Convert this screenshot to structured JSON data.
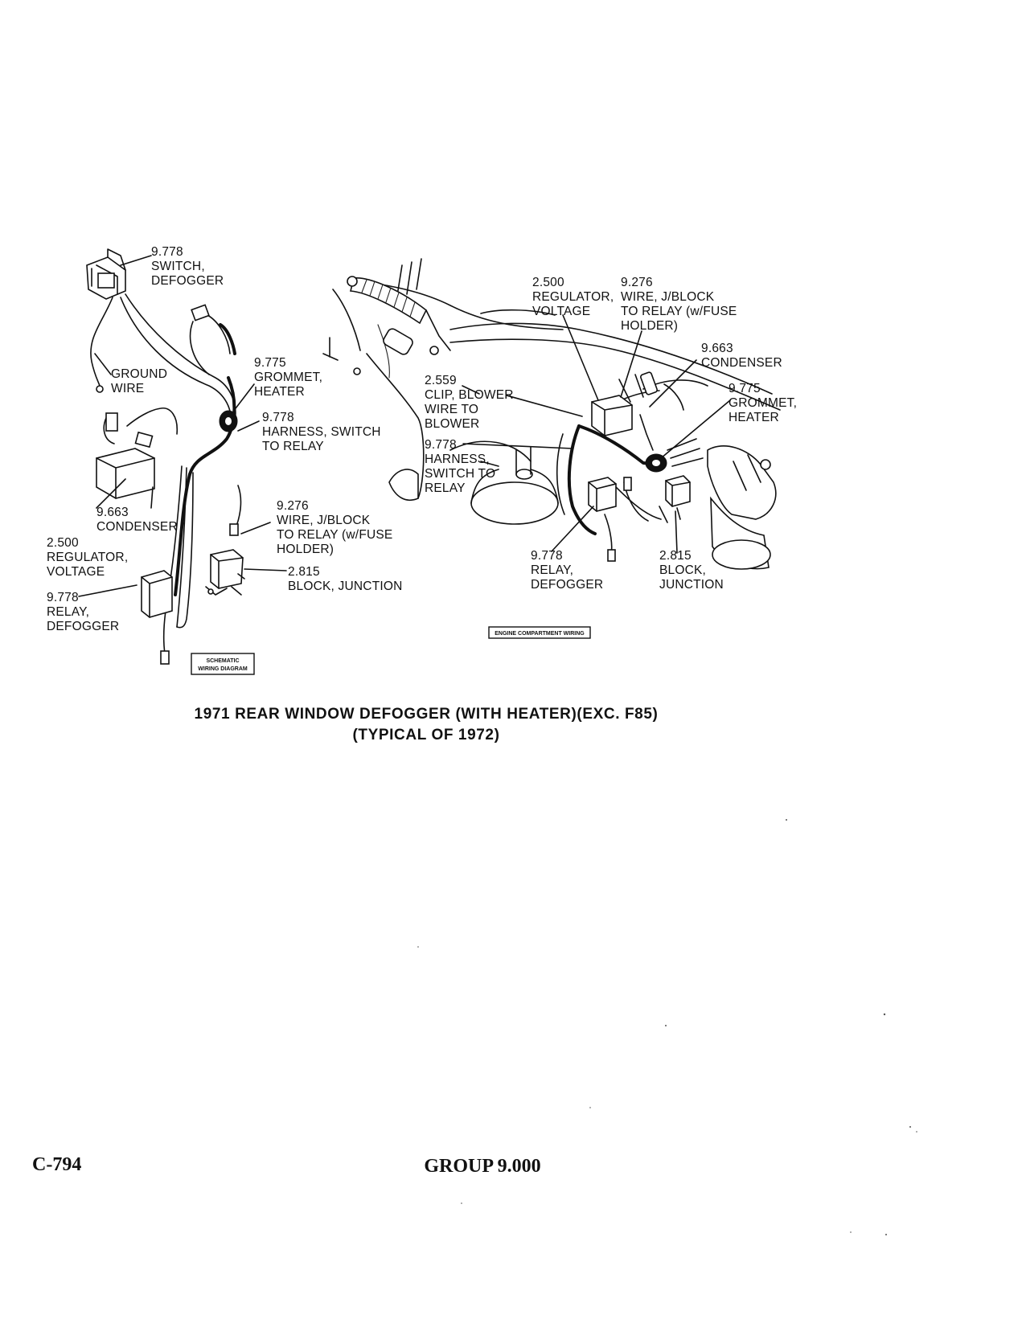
{
  "schematic": {
    "labels": {
      "switch_defogger": [
        "9.778",
        "SWITCH,",
        "DEFOGGER"
      ],
      "ground_wire": [
        "GROUND",
        "WIRE"
      ],
      "grommet_heater": [
        "9.775",
        "GROMMET,",
        "HEATER"
      ],
      "harness_switch_to_relay": [
        "9.778",
        "HARNESS, SWITCH",
        "TO RELAY"
      ],
      "condenser": [
        "9.663",
        "CONDENSER"
      ],
      "regulator_voltage": [
        "2.500",
        "REGULATOR,",
        "VOLTAGE"
      ],
      "wire_jblock_to_relay": [
        "9.276",
        "WIRE, J/BLOCK",
        "TO RELAY (w/FUSE",
        "HOLDER)"
      ],
      "block_junction": [
        "2.815",
        "BLOCK, JUNCTION"
      ],
      "relay_defogger": [
        "9.778",
        "RELAY,",
        "DEFOGGER"
      ]
    },
    "badge": [
      "SCHEMATIC",
      "WIRING DIAGRAM"
    ]
  },
  "engine": {
    "labels": {
      "regulator_voltage": [
        "2.500",
        "REGULATOR,",
        "VOLTAGE"
      ],
      "wire_jblock_to_relay": [
        "9.276",
        "WIRE, J/BLOCK",
        "TO RELAY (w/FUSE",
        "HOLDER)"
      ],
      "condenser": [
        "9.663",
        "CONDENSER"
      ],
      "grommet_heater": [
        "9.775",
        "GROMMET,",
        "HEATER"
      ],
      "clip_blower_wire": [
        "2.559",
        "CLIP, BLOWER",
        "WIRE TO",
        "BLOWER"
      ],
      "harness_switch_to_relay": [
        "9.778",
        "HARNESS,",
        "SWITCH TO",
        "RELAY"
      ],
      "relay_defogger": [
        "9.778",
        "RELAY,",
        "DEFOGGER"
      ],
      "block_junction": [
        "2.815",
        "BLOCK,",
        "JUNCTION"
      ]
    },
    "badge": "ENGINE COMPARTMENT WIRING"
  },
  "caption": {
    "line1": "1971 REAR WINDOW DEFOGGER (WITH HEATER)(EXC. F85)",
    "line2": "(TYPICAL OF 1972)"
  },
  "footer": {
    "page_number": "C-794",
    "group": "GROUP 9.000"
  }
}
